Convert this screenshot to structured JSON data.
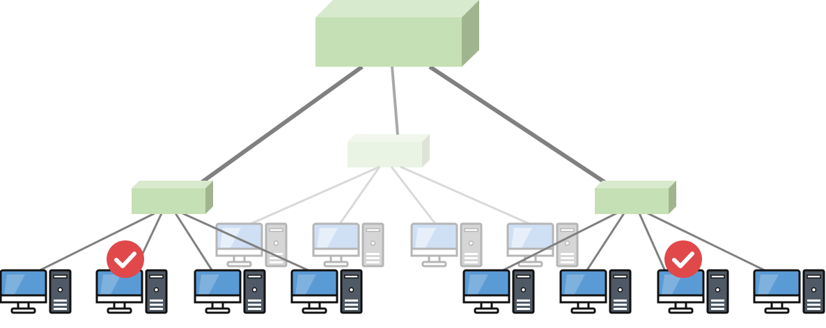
{
  "diagram": {
    "type": "network-topology",
    "core_switch": {
      "icon": "switch-icon",
      "color": "#c5e0b4"
    },
    "distribution_switches": [
      {
        "id": "left",
        "icon": "switch-icon",
        "color": "#c5e0b4",
        "faded": false
      },
      {
        "id": "middle",
        "icon": "switch-icon",
        "color": "#c5e0b4",
        "faded": true
      },
      {
        "id": "right",
        "icon": "switch-icon",
        "color": "#c5e0b4",
        "faded": false
      }
    ],
    "computers": {
      "left_group": 4,
      "middle_group_faded": 4,
      "right_group": 4,
      "selected": [
        "left-2",
        "right-3"
      ]
    },
    "status_icon": {
      "icon": "check-badge-icon",
      "color": "#e0484a"
    },
    "link_color": "#808080",
    "faded_link_color": "#d9d9d9"
  }
}
